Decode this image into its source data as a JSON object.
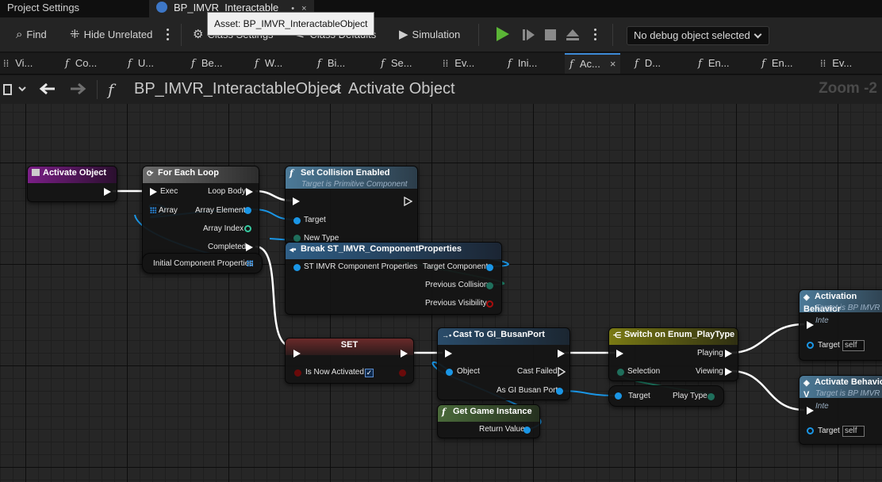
{
  "top_tabs": [
    {
      "label": "Project Settings"
    },
    {
      "label": "BP_IMVR_Interactable",
      "modified": "•",
      "close": "×"
    }
  ],
  "tooltip": "Asset: BP_IMVR_InteractableObject",
  "toolbar": {
    "find": "Find",
    "hide_unrelated": "Hide Unrelated",
    "class_settings": "Class Settings",
    "class_defaults": "Class Defaults",
    "simulation": "Simulation",
    "debug_object": "No debug object selected"
  },
  "function_tabs": [
    {
      "label": "Vi..."
    },
    {
      "label": "Co..."
    },
    {
      "label": "U..."
    },
    {
      "label": "Be..."
    },
    {
      "label": "W..."
    },
    {
      "label": "Bi..."
    },
    {
      "label": "Se..."
    },
    {
      "label": "Ev..."
    },
    {
      "label": "Ini..."
    },
    {
      "label": "Ac...",
      "active": true,
      "close": "×"
    },
    {
      "label": "D..."
    },
    {
      "label": "En..."
    },
    {
      "label": "En..."
    },
    {
      "label": "Ev..."
    }
  ],
  "breadcrumb": {
    "blueprint": "BP_IMVR_InteractableObject",
    "separator": ">",
    "function": "Activate Object",
    "zoom": "Zoom -2"
  },
  "nodes": {
    "activate_object": {
      "title": "Activate Object"
    },
    "for_each_loop": {
      "title": "For Each Loop",
      "exec": "Exec",
      "array": "Array",
      "loop_body": "Loop Body",
      "array_element": "Array Element",
      "array_index": "Array Index",
      "completed": "Completed"
    },
    "initial_props": {
      "label": "Initial Component Properties"
    },
    "set_collision": {
      "title": "Set Collision Enabled",
      "subtitle": "Target is Primitive Component",
      "target": "Target",
      "new_type": "New Type"
    },
    "break_struct": {
      "title": "Break ST_IMVR_ComponentProperties",
      "input": "ST IMVR Component Properties",
      "target_component": "Target Component",
      "previous_collision": "Previous Collision",
      "previous_visibility": "Previous Visibility"
    },
    "set_var": {
      "title": "SET",
      "label": "Is Now Activated",
      "checked": "✓"
    },
    "cast": {
      "title": "Cast To GI_BusanPort",
      "object": "Object",
      "cast_failed": "Cast Failed",
      "as_gi": "As GI Busan Port"
    },
    "get_game_instance": {
      "title": "Get Game Instance",
      "return_value": "Return Value"
    },
    "switch": {
      "title": "Switch on Enum_PlayType",
      "selection": "Selection",
      "playing": "Playing",
      "viewing": "Viewing"
    },
    "play_type": {
      "target": "Target",
      "label": "Play Type"
    },
    "activation_behavior": {
      "title": "Activation Behavior",
      "subtitle": "Target is BP IMVR Inte",
      "target": "Target",
      "self": "self"
    },
    "activate_behavior": {
      "title": "Activate Behavior V",
      "subtitle": "Target is BP IMVR Inte",
      "target": "Target",
      "self": "self"
    }
  }
}
